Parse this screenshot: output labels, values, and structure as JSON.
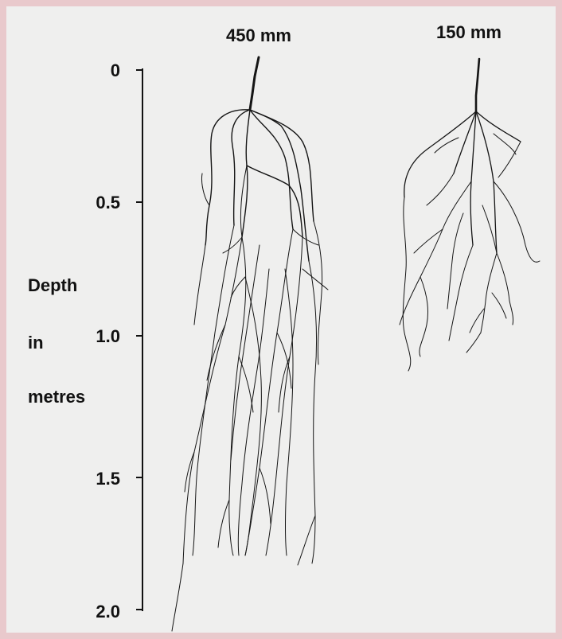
{
  "columns": {
    "left_title": "450 mm",
    "right_title": "150 mm"
  },
  "axis": {
    "label_lines": [
      "Depth",
      "in",
      "metres"
    ],
    "ticks": [
      "0",
      "0.5",
      "1.0",
      "1.5",
      "2.0"
    ]
  },
  "colors": {
    "background": "#e9c9cc",
    "paper": "#efefee",
    "ink": "#111111"
  }
}
